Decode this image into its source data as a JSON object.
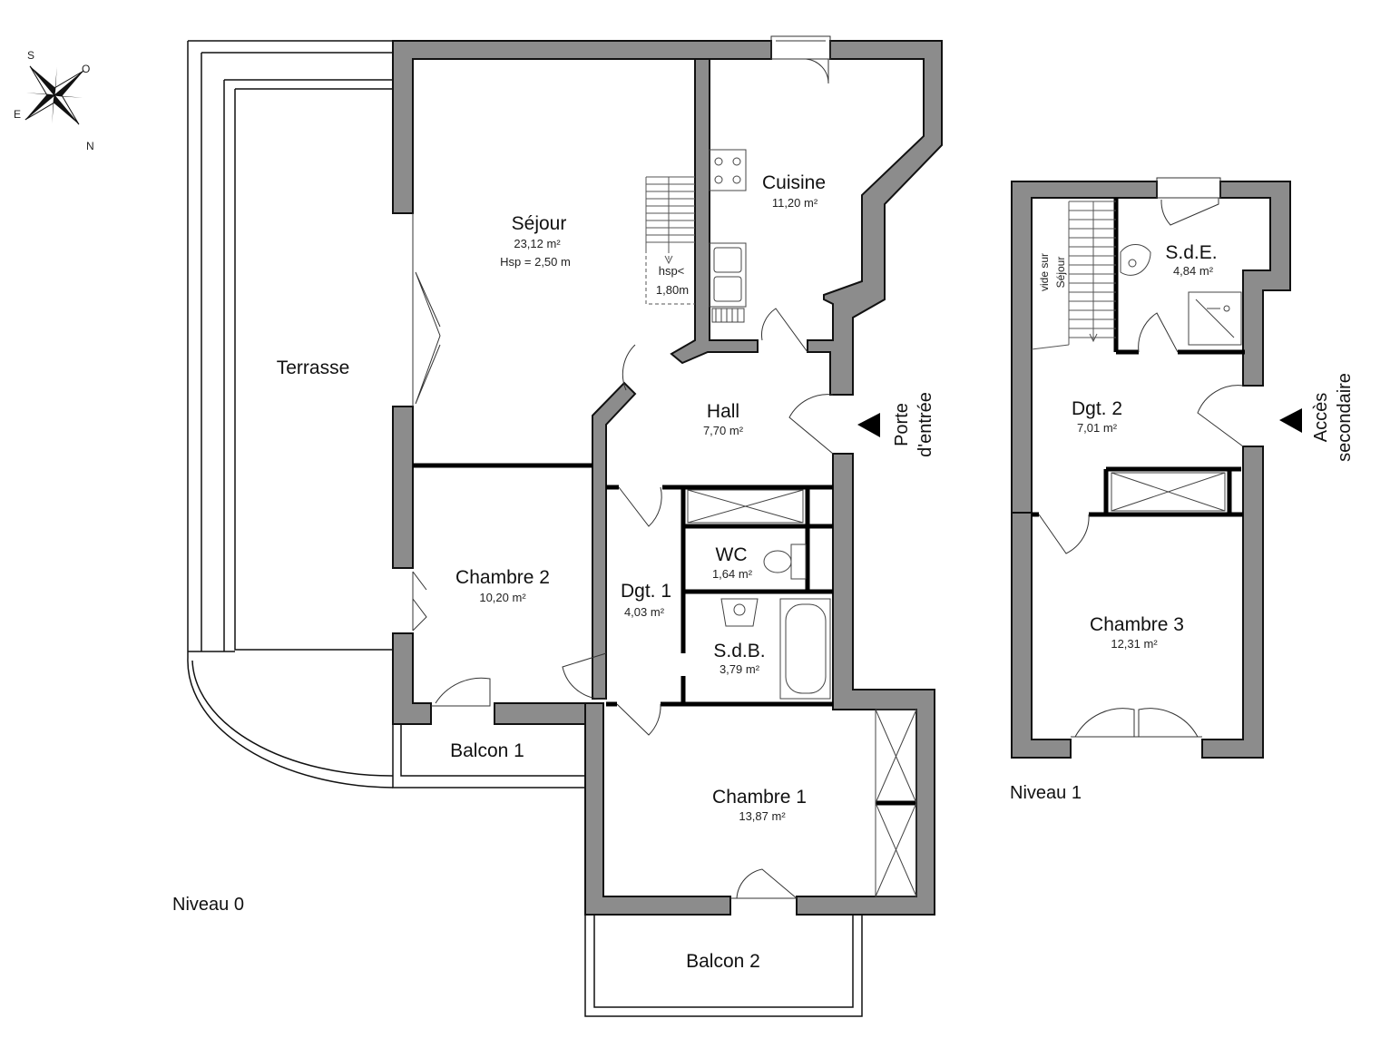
{
  "plan": {
    "level_0": "Niveau 0",
    "level_1": "Niveau 1",
    "rooms": {
      "sejour": {
        "name": "Séjour",
        "area": "23,12 m²",
        "height": "Hsp = 2,50 m"
      },
      "cuisine": {
        "name": "Cuisine",
        "area": "11,20 m²"
      },
      "terrasse": {
        "name": "Terrasse"
      },
      "hall": {
        "name": "Hall",
        "area": "7,70 m²"
      },
      "chambre_2": {
        "name": "Chambre 2",
        "area": "10,20 m²"
      },
      "dgt_1": {
        "name": "Dgt. 1",
        "area": "4,03 m²"
      },
      "wc": {
        "name": "WC",
        "area": "1,64 m²"
      },
      "sdb": {
        "name": "S.d.B.",
        "area": "3,79 m²"
      },
      "balcon_1": {
        "name": "Balcon 1"
      },
      "chambre_1": {
        "name": "Chambre 1",
        "area": "13,87 m²"
      },
      "balcon_2": {
        "name": "Balcon 2"
      },
      "sde": {
        "name": "S.d.E.",
        "area": "4,84 m²"
      },
      "dgt_2": {
        "name": "Dgt. 2",
        "area": "7,01 m²"
      },
      "chambre_3": {
        "name": "Chambre 3",
        "area": "12,31 m²"
      }
    },
    "hsp_note": {
      "line1": "hsp<",
      "line2": "1,80m"
    },
    "vide_sejour": {
      "line1": "vide sur",
      "line2": "Séjour"
    },
    "entrance": {
      "line1": "Porte",
      "line2": "d'entrée"
    },
    "secondary_access": {
      "line1": "Accès",
      "line2": "secondaire"
    },
    "compass": {
      "n": "N",
      "s": "S",
      "e": "E",
      "o": "O"
    }
  }
}
